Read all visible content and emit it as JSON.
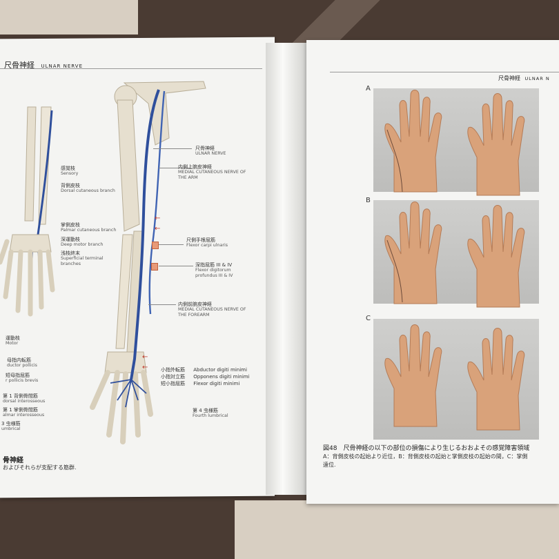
{
  "left_page": {
    "header_jp": "尺骨神経",
    "header_en": "ULNAR NERVE",
    "forearm_labels": [
      {
        "jp": "感覚枝",
        "en": "Sensory"
      },
      {
        "jp": "背側皮枝",
        "en": "Dorsal cutaneous branch"
      },
      {
        "jp": "掌側皮枝",
        "en": "Palmar cutaneous branch"
      },
      {
        "jp": "深運動枝",
        "en": "Deep motor branch"
      },
      {
        "jp": "浅枝終末",
        "en": "Superficial terminal branches"
      },
      {
        "jp": "運動枝",
        "en": "Motor"
      }
    ],
    "arm_labels": [
      {
        "jp": "尺骨神経",
        "en": "ULNAR NERVE"
      },
      {
        "jp": "内側上腕皮神経",
        "en": "MEDIAL CUTANEOUS NERVE OF THE ARM"
      },
      {
        "jp": "尺側手根屈筋",
        "en": "Flexor carpi ulnaris"
      },
      {
        "jp": "深指屈筋 III & IV",
        "en": "Flexor digitorum profundus III & IV"
      },
      {
        "jp": "内側前腕皮神経",
        "en": "MEDIAL CUTANEOUS NERVE OF THE FOREARM"
      }
    ],
    "hand_labels_right": [
      {
        "jp": "小指外転筋",
        "en": "Abductor digiti minimi"
      },
      {
        "jp": "小指対立筋",
        "en": "Opponens digiti minimi"
      },
      {
        "jp": "短小指屈筋",
        "en": "Flexor digiti minimi"
      },
      {
        "jp": "第 4 虫様筋",
        "en": "Fourth lumbrical"
      }
    ],
    "hand_labels_left": [
      {
        "jp": "母指内転筋",
        "en": "ductor pollicis"
      },
      {
        "jp": "短母指屈筋",
        "en": "r pollicis brevis"
      },
      {
        "jp": "第 1 背側骨間筋",
        "en": "dorsal interosseous"
      },
      {
        "jp": "第 1 掌側骨間筋",
        "en": "almar interosseous"
      },
      {
        "jp": "3 虫様筋",
        "en": "umbrical"
      }
    ],
    "caption_title": "骨神経",
    "caption_sub": "およびそれらが支配する筋群."
  },
  "right_page": {
    "header_jp": "尺骨神経",
    "header_en": "ULNAR N",
    "panels": [
      "A",
      "B",
      "C"
    ],
    "caption_title": "図48　尺骨神経の以下の部位の損傷により生じるおおよその感覚障害領域",
    "caption_line1": "A：背側皮枝の起始より近位，B：背側皮枝の起始と掌側皮枝の起始の間，C：掌側",
    "caption_line2": "遠位."
  },
  "colors": {
    "nerve_blue": "#2f4f9c",
    "bone": "#e6dfcf",
    "skin": "#d9a27a",
    "marker": "#e89a78",
    "arrow_red": "#c0392b"
  }
}
